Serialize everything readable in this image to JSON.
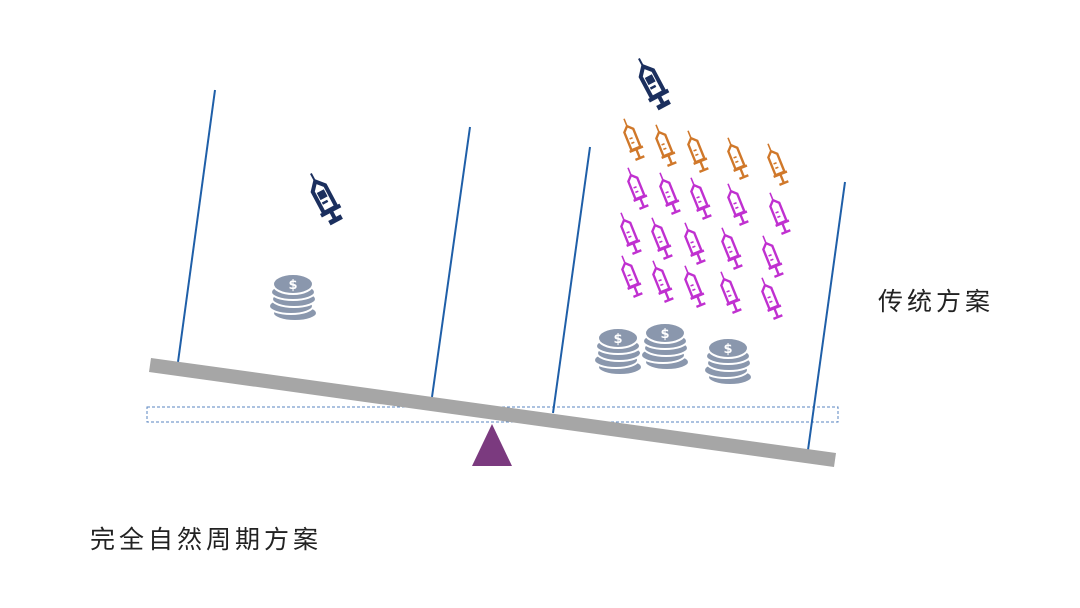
{
  "labels": {
    "traditional": "传统方案",
    "natural_cycle": "完全自然周期方案"
  },
  "colors": {
    "beam": "#a6a6a6",
    "fulcrum": "#7b3a7f",
    "cup_lines": "#1f5fa8",
    "syringe_navy": "#1b2f5e",
    "syringe_orange": "#d0782a",
    "syringe_purple": "#c030d0",
    "coins": "#8a97ad"
  },
  "counts": {
    "left_syringes": 1,
    "left_coin_stacks": 1,
    "right_navy_syringes": 1,
    "right_orange_syringes": 5,
    "right_purple_syringes": 15,
    "right_coin_stacks": 3
  }
}
